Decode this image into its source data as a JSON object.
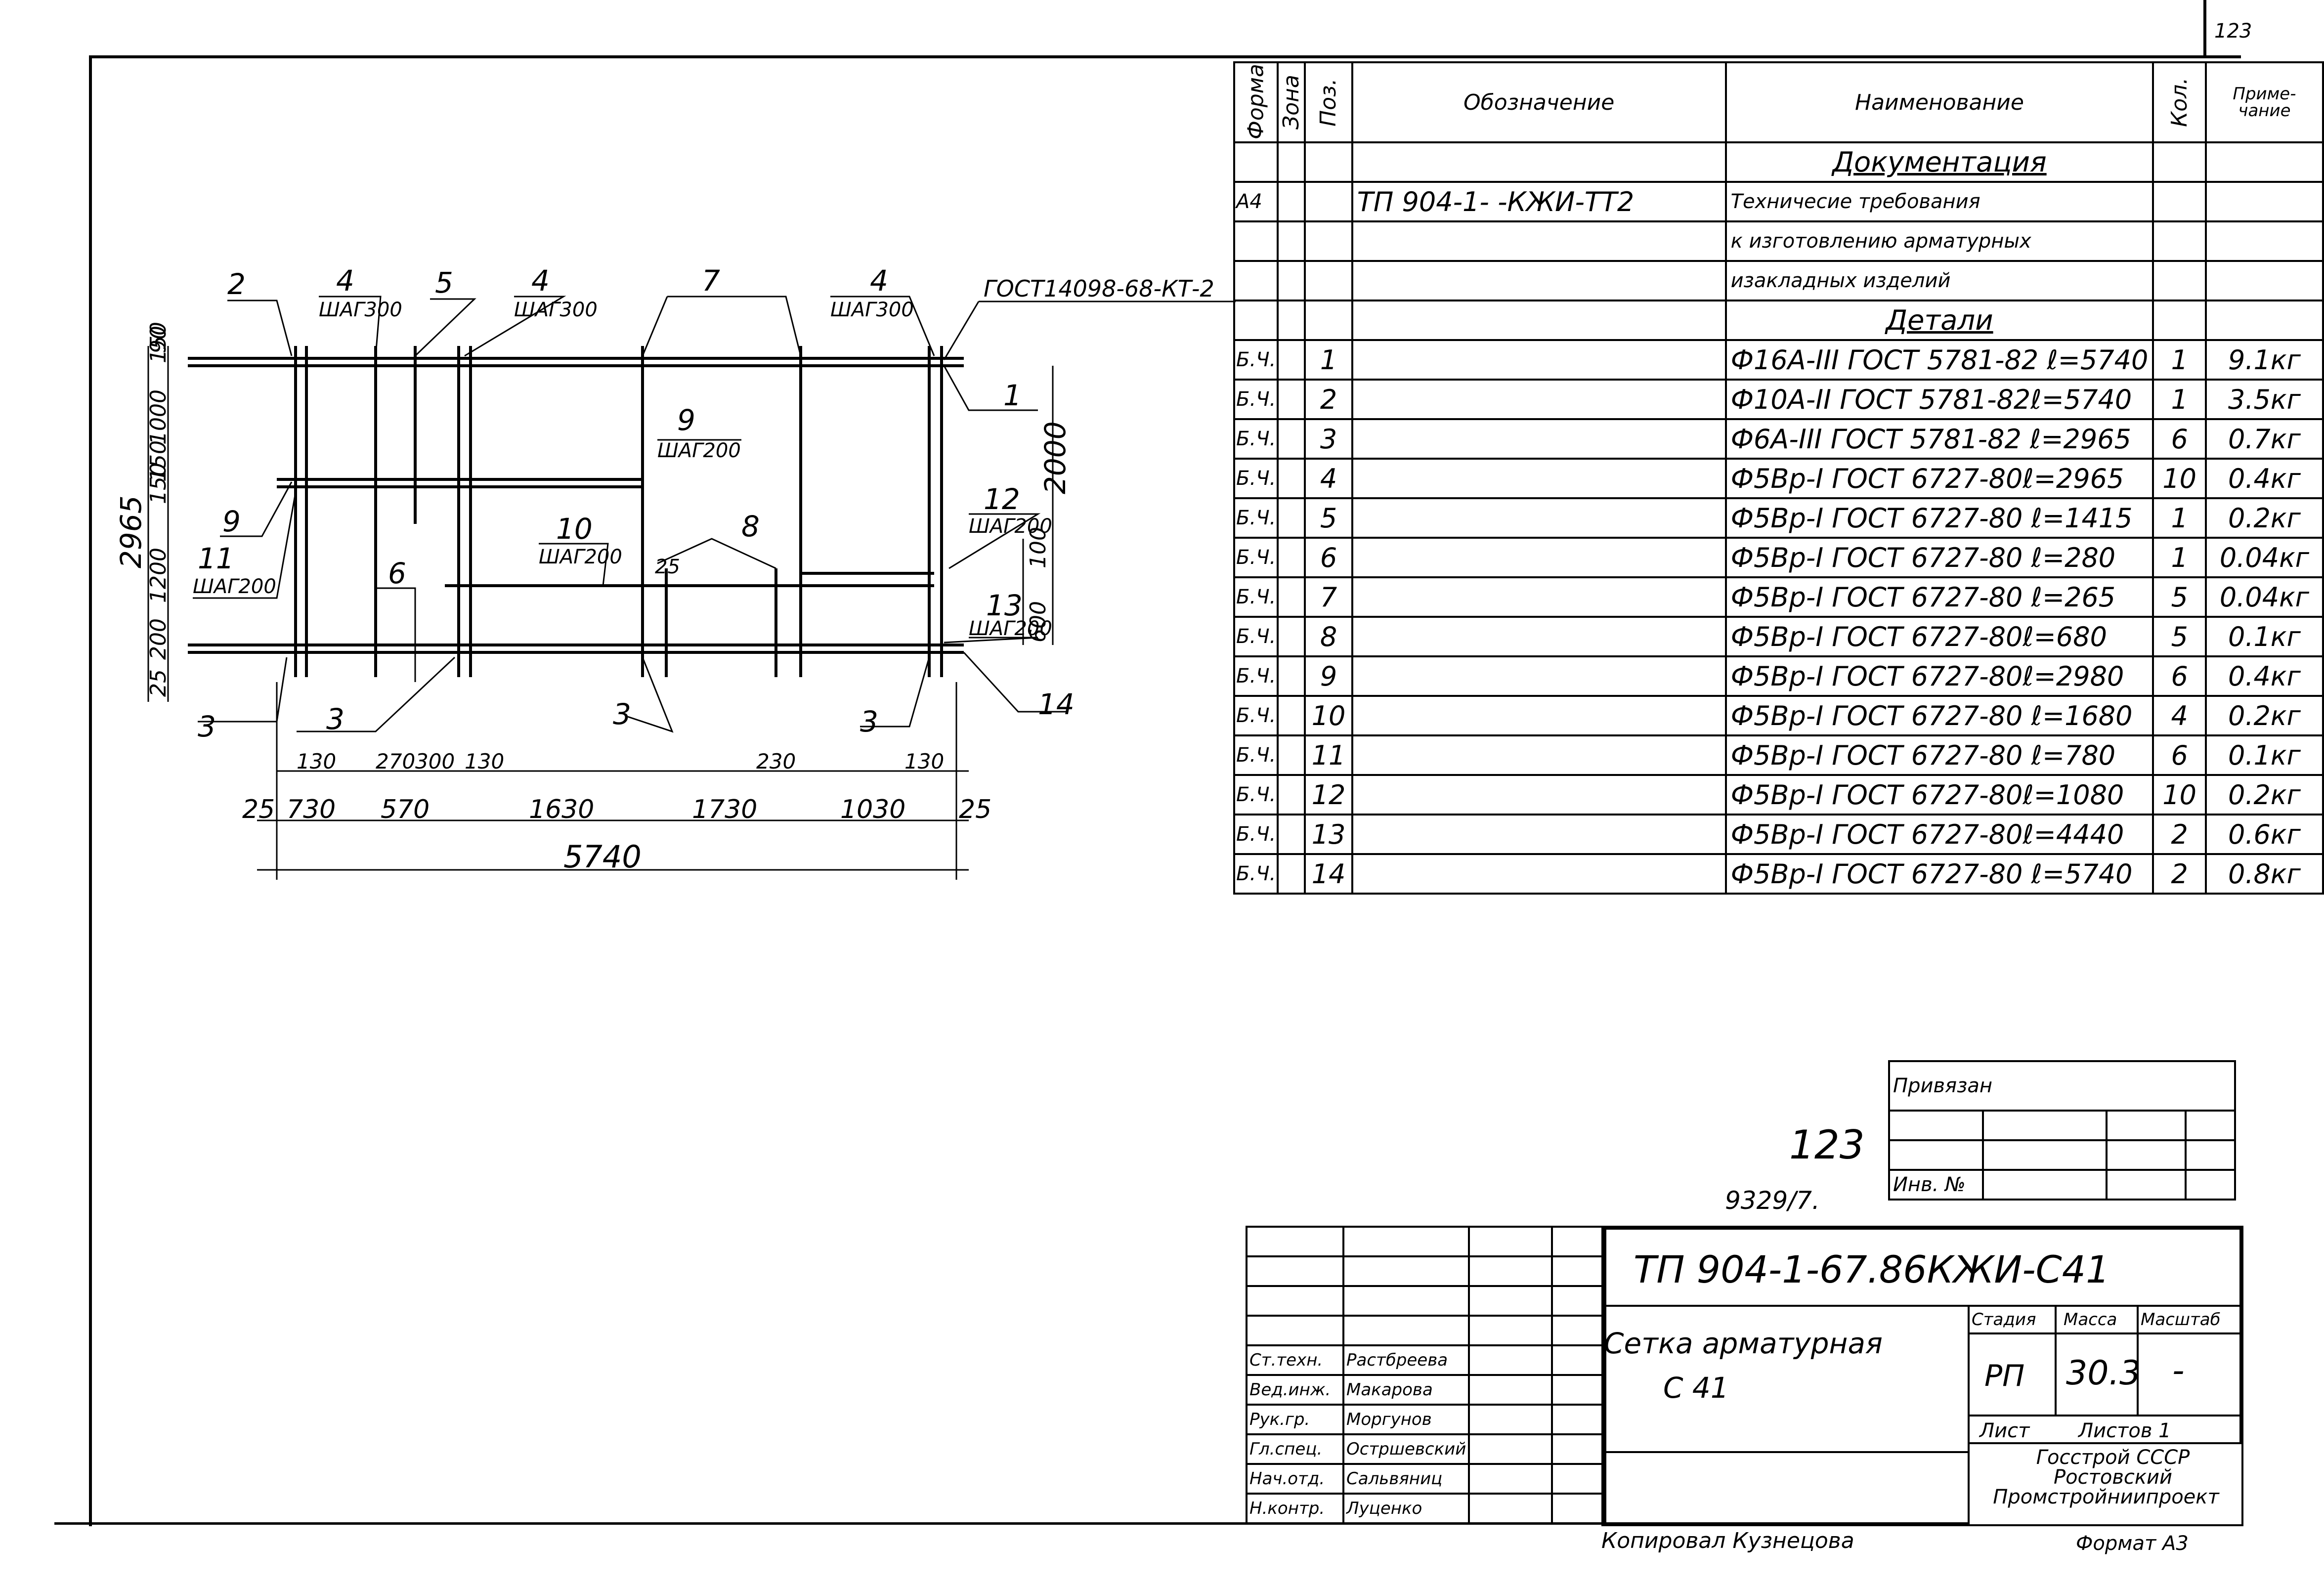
{
  "sheet": {
    "page_number": "123",
    "stamp_number": "123",
    "inventory_ref": "9329/7.",
    "copied_by": "Копировал Кузнецова",
    "format": "Формат А3"
  },
  "drawing": {
    "overall_height": "2965",
    "overall_length": "5740",
    "height_dim": "2000",
    "gost_ref": "ГОСТ14098-68-КТ-2",
    "left_dims": [
      "25",
      "200",
      "1200",
      "150",
      "150",
      "1000",
      "150",
      "90"
    ],
    "right_dims": [
      "100",
      "600"
    ],
    "bottom_dims": [
      "25",
      "730",
      "570",
      "1630",
      "1730",
      "1030",
      "25"
    ],
    "small_dims": [
      "130",
      "270",
      "300",
      "130",
      "230",
      "130"
    ],
    "mid_dim": "25",
    "leaders": [
      {
        "pos": "2",
        "pitch": ""
      },
      {
        "pos": "4",
        "pitch": "ШАГ300"
      },
      {
        "pos": "5",
        "pitch": ""
      },
      {
        "pos": "4",
        "pitch": "ШАГ300"
      },
      {
        "pos": "7",
        "pitch": ""
      },
      {
        "pos": "4",
        "pitch": "ШАГ300"
      },
      {
        "pos": "1",
        "pitch": ""
      },
      {
        "pos": "9",
        "pitch": "ШАГ200"
      },
      {
        "pos": "12",
        "pitch": "ШАГ200"
      },
      {
        "pos": "9",
        "pitch": ""
      },
      {
        "pos": "11",
        "pitch": "ШАГ200"
      },
      {
        "pos": "10",
        "pitch": "ШАГ200"
      },
      {
        "pos": "8",
        "pitch": ""
      },
      {
        "pos": "6",
        "pitch": ""
      },
      {
        "pos": "13",
        "pitch": "ШАГ200"
      },
      {
        "pos": "14",
        "pitch": ""
      },
      {
        "pos": "3",
        "pitch": ""
      },
      {
        "pos": "3",
        "pitch": ""
      },
      {
        "pos": "3",
        "pitch": ""
      },
      {
        "pos": "3",
        "pitch": ""
      }
    ]
  },
  "spec": {
    "headers": {
      "format": "Формат",
      "zone": "Зона",
      "pos": "Поз.",
      "designation": "Обозначение",
      "name": "Наименование",
      "qty": "Кол.",
      "note": "Приме-чание"
    },
    "section_docs": "Документация",
    "doc_row": {
      "format": "А4",
      "designation": "ТП 904-1-   -КЖИ-ТТ2",
      "name_lines": [
        "Техничесие требования",
        "к изготовлению арматурных",
        "изакладных изделий"
      ]
    },
    "section_parts": "Детали",
    "rows": [
      {
        "format": "Б.Ч.",
        "pos": "1",
        "name": "Ф16А-III ГОСТ 5781-82 ℓ=5740",
        "qty": "1",
        "note": "9.1кг"
      },
      {
        "format": "Б.Ч.",
        "pos": "2",
        "name": "Ф10А-II ГОСТ 5781-82ℓ=5740",
        "qty": "1",
        "note": "3.5кг"
      },
      {
        "format": "Б.Ч.",
        "pos": "3",
        "name": "Ф6А-III ГОСТ 5781-82 ℓ=2965",
        "qty": "6",
        "note": "0.7кг"
      },
      {
        "format": "Б.Ч.",
        "pos": "4",
        "name": "Ф5Вр-I ГОСТ 6727-80ℓ=2965",
        "qty": "10",
        "note": "0.4кг"
      },
      {
        "format": "Б.Ч.",
        "pos": "5",
        "name": "Ф5Вр-I ГОСТ 6727-80 ℓ=1415",
        "qty": "1",
        "note": "0.2кг"
      },
      {
        "format": "Б.Ч.",
        "pos": "6",
        "name": "Ф5Вр-I ГОСТ 6727-80 ℓ=280",
        "qty": "1",
        "note": "0.04кг"
      },
      {
        "format": "Б.Ч.",
        "pos": "7",
        "name": "Ф5Вр-I ГОСТ 6727-80 ℓ=265",
        "qty": "5",
        "note": "0.04кг"
      },
      {
        "format": "Б.Ч.",
        "pos": "8",
        "name": "Ф5Вр-I ГОСТ 6727-80ℓ=680",
        "qty": "5",
        "note": "0.1кг"
      },
      {
        "format": "Б.Ч.",
        "pos": "9",
        "name": "Ф5Вр-I ГОСТ 6727-80ℓ=2980",
        "qty": "6",
        "note": "0.4кг"
      },
      {
        "format": "Б.Ч.",
        "pos": "10",
        "name": "Ф5Вр-I ГОСТ 6727-80 ℓ=1680",
        "qty": "4",
        "note": "0.2кг"
      },
      {
        "format": "Б.Ч.",
        "pos": "11",
        "name": "Ф5Вр-I ГОСТ 6727-80 ℓ=780",
        "qty": "6",
        "note": "0.1кг"
      },
      {
        "format": "Б.Ч.",
        "pos": "12",
        "name": "Ф5Вр-I ГОСТ 6727-80ℓ=1080",
        "qty": "10",
        "note": "0.2кг"
      },
      {
        "format": "Б.Ч.",
        "pos": "13",
        "name": "Ф5Вр-I ГОСТ 6727-80ℓ=4440",
        "qty": "2",
        "note": "0.6кг"
      },
      {
        "format": "Б.Ч.",
        "pos": "14",
        "name": "Ф5Вр-I ГОСТ 6727-80 ℓ=5740",
        "qty": "2",
        "note": "0.8кг"
      }
    ]
  },
  "title_block": {
    "privyazan": "Привязан",
    "inv_no": "Инв. №",
    "doc_code": "ТП 904-1-67.86КЖИ-С41",
    "title_line1": "Сетка арматурная",
    "title_line2": "С 41",
    "stage_label": "Стадия",
    "mass_label": "Масса",
    "scale_label": "Масштаб",
    "stage": "РП",
    "mass": "30.3",
    "scale": "-",
    "sheet_label": "Лист",
    "sheets_label": "Листов 1",
    "org_lines": [
      "Госстрой СССР",
      "Ростовский",
      "Промстройниипроект"
    ],
    "signatures": [
      {
        "role": "Ст.техн.",
        "name": "Растбреева"
      },
      {
        "role": "Вед.инж.",
        "name": "Макарова"
      },
      {
        "role": "Рук.гр.",
        "name": "Моргунов"
      },
      {
        "role": "Гл.спец.",
        "name": "Остршевский"
      },
      {
        "role": "Нач.отд.",
        "name": "Сальвяниц"
      },
      {
        "role": "Н.контр.",
        "name": "Луценко"
      }
    ]
  }
}
